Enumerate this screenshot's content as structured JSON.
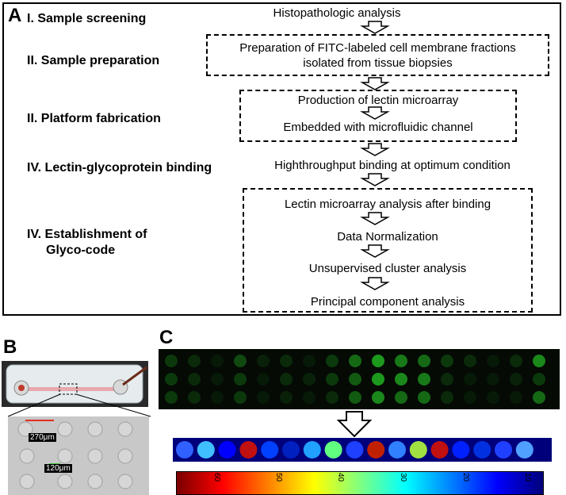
{
  "panel_a": {
    "letter": "A",
    "steps": [
      "I. Sample screening",
      "II. Sample preparation",
      "II. Platform fabrication",
      "IV. Lectin-glycoprotein binding",
      "IV. Establishment of",
      "Glyco-code"
    ],
    "flow": {
      "histopathologic": "Histopathologic analysis",
      "prep_line1": "Preparation of FITC-labeled cell membrane fractions",
      "prep_line2": "isolated from tissue biopsies",
      "production": "Production of lectin microarray",
      "embedded": "Embedded with microfluidic channel",
      "binding": "Highthroughput binding at optimum condition",
      "lectin_analysis": "Lectin microarray analysis after binding",
      "normalization": "Data Normalization",
      "cluster": "Unsupervised cluster analysis",
      "pca": "Principal component analysis"
    }
  },
  "panel_b": {
    "letter": "B",
    "scale_large": "270μm",
    "scale_small": "120μm"
  },
  "panel_c": {
    "letter": "C",
    "colorbar_ticks": [
      "60",
      "50",
      "40",
      "30",
      "20",
      "10"
    ],
    "colors": {
      "spot_green": "#1fa81f",
      "heat_high": "#a00000",
      "heat_low": "#00008f"
    }
  }
}
